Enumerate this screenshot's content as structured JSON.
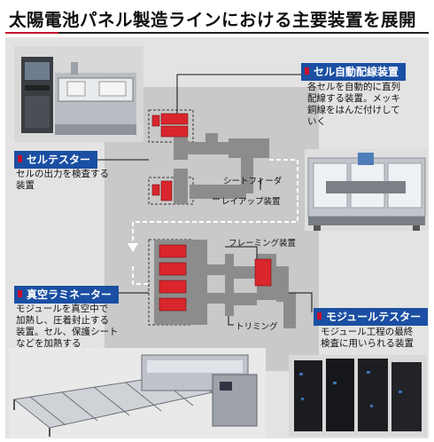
{
  "header": {
    "title": "太陽電池パネル製造ラインにおける主要装置を展開"
  },
  "equipment": {
    "cell_tester": {
      "name": "セルテスター",
      "description_lines": [
        "セルの出力を検査する",
        "装置"
      ]
    },
    "auto_wiring": {
      "name": "セル自動配線装置",
      "description_lines": [
        "各セルを自動的に直列",
        "配線する装置。メッキ",
        "銅線をはんだ付けして",
        "いく"
      ]
    },
    "vacuum_laminator": {
      "name": "真空ラミネーター",
      "description_lines": [
        "モジュールを真空中で",
        "加熱し、圧着封止する",
        "装置。セル、保護シート",
        "などを加熱する"
      ]
    },
    "module_tester": {
      "name": "モジュールテスター",
      "description_lines": [
        "モジュール工程の最終",
        "検査に用いられる装置"
      ]
    }
  },
  "diagram_labels": {
    "sheet_feeder": "シートフィーダ",
    "layup": "レイアップ装置",
    "framing": "フレーミング装置",
    "trimming": "トリミング"
  },
  "colors": {
    "tag_blue": "#1a4fa3",
    "accent_red": "#c8102e",
    "machine_gray": "#8c8c8c",
    "flow_bg": "#c9c9c9"
  }
}
